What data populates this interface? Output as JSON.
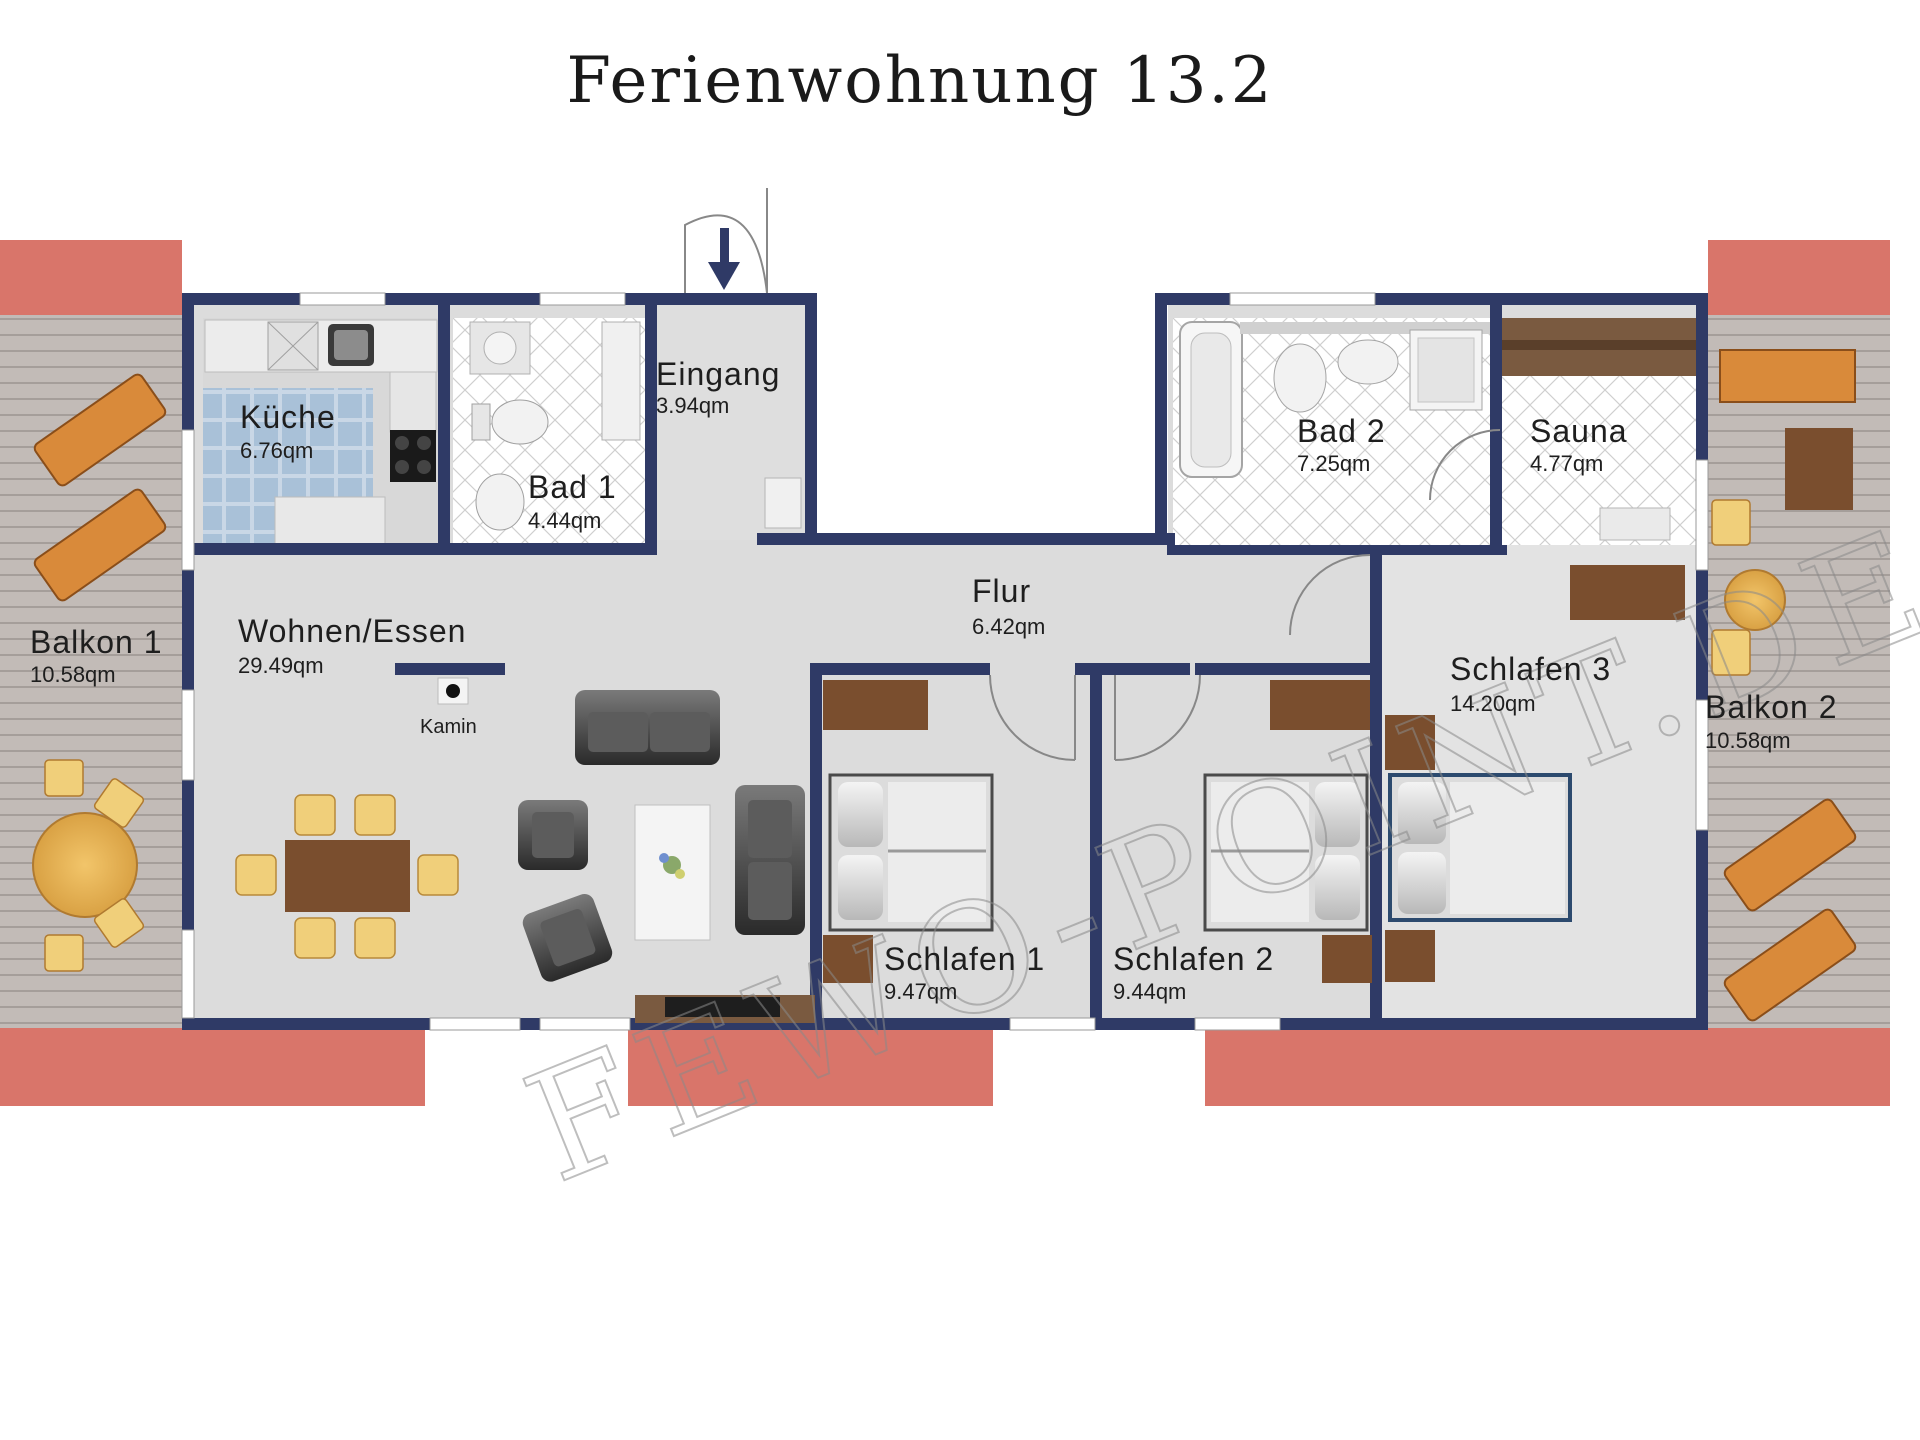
{
  "title": "Ferienwohnung 13.2",
  "watermark": "FEWO-POINT.DE",
  "rooms": [
    {
      "key": "kueche",
      "name": "Küche",
      "area": "6.76qm"
    },
    {
      "key": "bad1",
      "name": "Bad 1",
      "area": "4.44qm"
    },
    {
      "key": "eingang",
      "name": "Eingang",
      "area": "3.94qm"
    },
    {
      "key": "bad2",
      "name": "Bad 2",
      "area": "7.25qm"
    },
    {
      "key": "sauna",
      "name": "Sauna",
      "area": "4.77qm"
    },
    {
      "key": "balkon1",
      "name": "Balkon 1",
      "area": "10.58qm"
    },
    {
      "key": "wohnen",
      "name": "Wohnen/Essen",
      "area": "29.49qm"
    },
    {
      "key": "flur",
      "name": "Flur",
      "area": "6.42qm"
    },
    {
      "key": "schlafen3",
      "name": "Schlafen 3",
      "area": "14.20qm"
    },
    {
      "key": "balkon2",
      "name": "Balkon 2",
      "area": "10.58qm"
    },
    {
      "key": "schlafen1",
      "name": "Schlafen 1",
      "area": "9.47qm"
    },
    {
      "key": "schlafen2",
      "name": "Schlafen 2",
      "area": "9.44qm"
    }
  ],
  "fixtures": {
    "kamin": "Kamin"
  },
  "colors": {
    "wall": "#2f3a66",
    "floor": "#dcdcdc",
    "roof": "#d9756a",
    "deck": "#bdb6b2",
    "tile_blue": "#b9cde0",
    "wood": "#7a4e2e",
    "teak": "#d98a3a"
  }
}
